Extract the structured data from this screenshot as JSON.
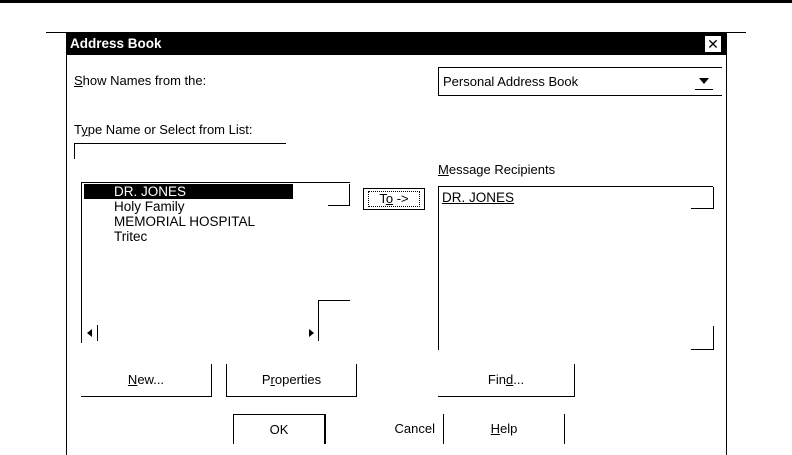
{
  "dialog": {
    "title": "Address Book",
    "close_symbol": "✕"
  },
  "show_names": {
    "label_key": "S",
    "label_rest": "how Names from the:",
    "selected": "Personal Address Book"
  },
  "type_name": {
    "label_pre": "T",
    "label_key": "y",
    "label_rest": "pe Name or Select from List:",
    "value": ""
  },
  "names_list": {
    "items": [
      {
        "label": "DR. JONES",
        "selected": true
      },
      {
        "label": "Holy Family",
        "selected": false
      },
      {
        "label": "MEMORIAL HOSPITAL",
        "selected": false
      },
      {
        "label": "Tritec",
        "selected": false
      }
    ]
  },
  "to_button": {
    "pre": "T",
    "key": "o",
    "rest": " ->"
  },
  "recipients": {
    "label_key": "M",
    "label_rest": "essage Recipients",
    "items": [
      "DR. JONES"
    ]
  },
  "buttons": {
    "new_key": "N",
    "new_rest": "ew...",
    "props_pre": "P",
    "props_key": "r",
    "props_rest": "operties",
    "find_pre": "Fin",
    "find_key": "d",
    "find_rest": "...",
    "ok": "OK",
    "cancel": "Cancel",
    "help_key": "H",
    "help_rest": "elp"
  }
}
